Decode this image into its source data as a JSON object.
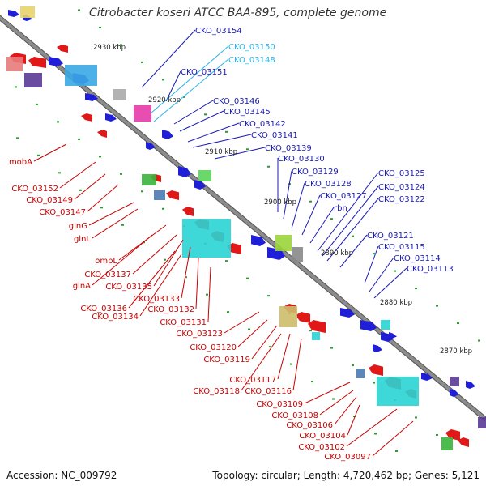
{
  "title": "Citrobacter koseri ATCC BAA-895, complete genome",
  "footer": {
    "accession": "Accession: NC_009792",
    "topology": "Topology: circular; Length: 4,720,462 bp; Genes: 5,121"
  },
  "colors": {
    "backbone": "#8c8c8c",
    "forward_gene": "#1f1fd8",
    "reverse_gene": "#e01818",
    "highlight_gene": "#3aa8e6",
    "tick": "#2a9a2a",
    "label_blue": "#1a1ab4",
    "label_red": "#c80000",
    "label_cyan": "#2ab4ea"
  },
  "scale_labels": [
    "2930 kbp",
    "2920 kbp",
    "2910 kbp",
    "2900 kbp",
    "2890 kbp",
    "2880 kbp",
    "2870 kbp"
  ],
  "labels_blue": [
    "CKO_03154",
    "CKO_03151",
    "CKO_03146",
    "CKO_03145",
    "CKO_03142",
    "CKO_03141",
    "CKO_03139",
    "CKO_03130",
    "CKO_03129",
    "CKO_03128",
    "CKO_03127",
    "rbn",
    "CKO_03125",
    "CKO_03124",
    "CKO_03122",
    "CKO_03121",
    "CKO_03115",
    "CKO_03114",
    "CKO_03113"
  ],
  "labels_cyan": [
    "CKO_03150",
    "CKO_03148"
  ],
  "labels_red": [
    "mobA",
    "CKO_03152",
    "CKO_03149",
    "CKO_03147",
    "glnG",
    "glnL",
    "ompL",
    "CKO_03137",
    "glnA",
    "CKO_03135",
    "CKO_03133",
    "CKO_03136",
    "CKO_03132",
    "CKO_03134",
    "CKO_03131",
    "CKO_03123",
    "CKO_03120",
    "CKO_03119",
    "CKO_03117",
    "CKO_03118",
    "CKO_03116",
    "CKO_03109",
    "CKO_03108",
    "CKO_03106",
    "CKO_03104",
    "CKO_03102",
    "CKO_03097"
  ]
}
